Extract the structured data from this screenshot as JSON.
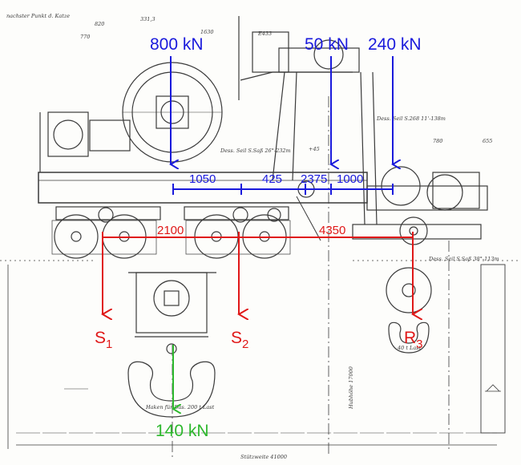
{
  "drawing": {
    "header_left": "nachster Punkt d. Katze",
    "top_dims": [
      "820",
      "331,3",
      "770",
      "1630",
      "E433"
    ],
    "annotations": [
      "Dess. Seil S.Saß 26°-232m",
      "Dess. Seil S.268 11'-138m",
      "Dess. Seil S.Saß 38°-113m",
      "780",
      "655",
      "+45",
      "Hubhöhe 17000",
      "Stützweite 41000"
    ],
    "hook_main_note": "Haken für Das. 200 t Last",
    "hook_aux_note": "40 t Last"
  },
  "forces": {
    "load_main": "800 kN",
    "load_trolley": "50 kN",
    "load_aux": "240 kN",
    "load_hook": "140 kN"
  },
  "dimensions": {
    "blue": [
      "1050",
      "425",
      "2375",
      "1000"
    ],
    "red": [
      "2100",
      "4350"
    ]
  },
  "reactions": {
    "s1": {
      "main": "S",
      "sub": "1"
    },
    "s2": {
      "main": "S",
      "sub": "2"
    },
    "r3": {
      "main": "R",
      "sub": "3"
    }
  },
  "colors": {
    "blue": "#1a1adc",
    "red": "#e01818",
    "green": "#2db82d",
    "ink": "#3a3a3a"
  }
}
